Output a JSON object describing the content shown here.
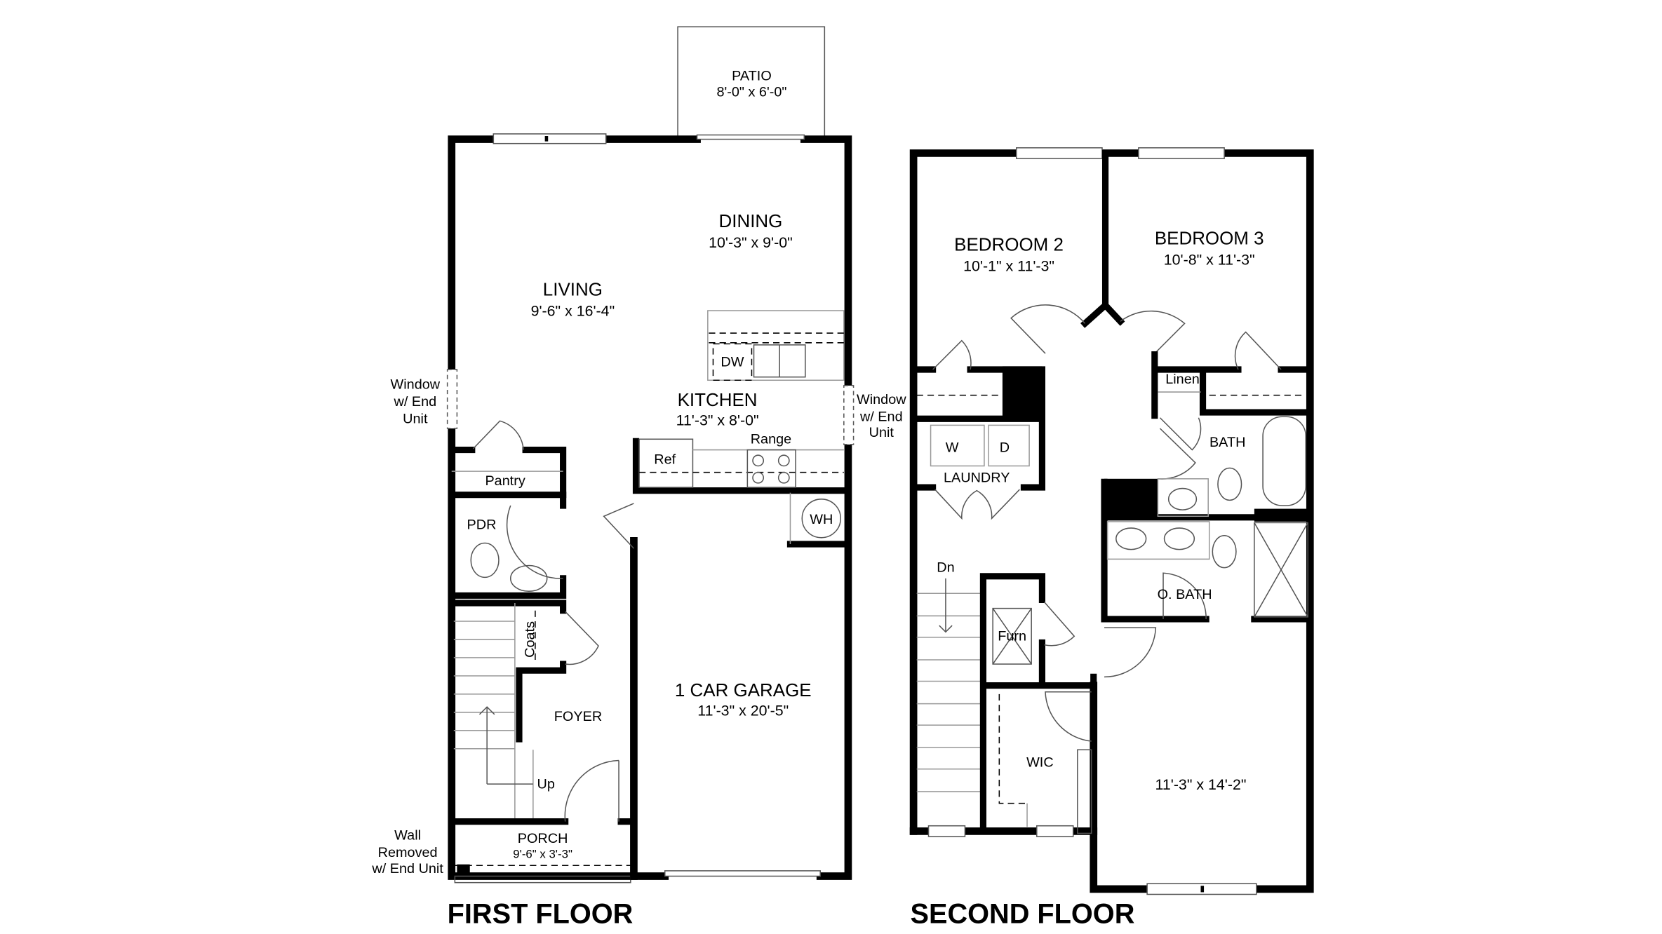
{
  "first_floor": {
    "title": "FIRST FLOOR",
    "patio": {
      "name": "PATIO",
      "size": "8'-0\" x 6'-0\""
    },
    "dining": {
      "name": "DINING",
      "size": "10'-3\" x 9'-0\""
    },
    "living": {
      "name": "LIVING",
      "size": "9'-6\" x 16'-4\""
    },
    "kitchen": {
      "name": "KITCHEN",
      "size": "11'-3\" x 8'-0\""
    },
    "dw": "DW",
    "ref": "Ref",
    "range": "Range",
    "pantry": "Pantry",
    "pdr": "PDR",
    "wh": "WH",
    "coats": "Coats",
    "foyer": "FOYER",
    "up": "Up",
    "garage": {
      "name": "1 CAR GARAGE",
      "size": "11'-3\" x 20'-5\""
    },
    "porch": {
      "name": "PORCH",
      "size": "9'-6\" x 3'-3\""
    },
    "window_left": [
      "Window",
      "w/ End",
      "Unit"
    ],
    "window_right": [
      "Window",
      "w/ End",
      "Unit"
    ],
    "wall_note": [
      "Wall",
      "Removed",
      "w/ End Unit"
    ]
  },
  "second_floor": {
    "title": "SECOND FLOOR",
    "bedroom2": {
      "name": "BEDROOM 2",
      "size": "10'-1\" x 11'-3\""
    },
    "bedroom3": {
      "name": "BEDROOM 3",
      "size": "10'-8\" x 11'-3\""
    },
    "linen": "Linen",
    "bath": "BATH",
    "laundry": "LAUNDRY",
    "washer": "W",
    "dryer": "D",
    "o_bath": "O. BATH",
    "dn": "Dn",
    "furn": "Furn",
    "wic": "WIC",
    "owner_bedroom_size": "11'-3\" x 14'-2\""
  }
}
